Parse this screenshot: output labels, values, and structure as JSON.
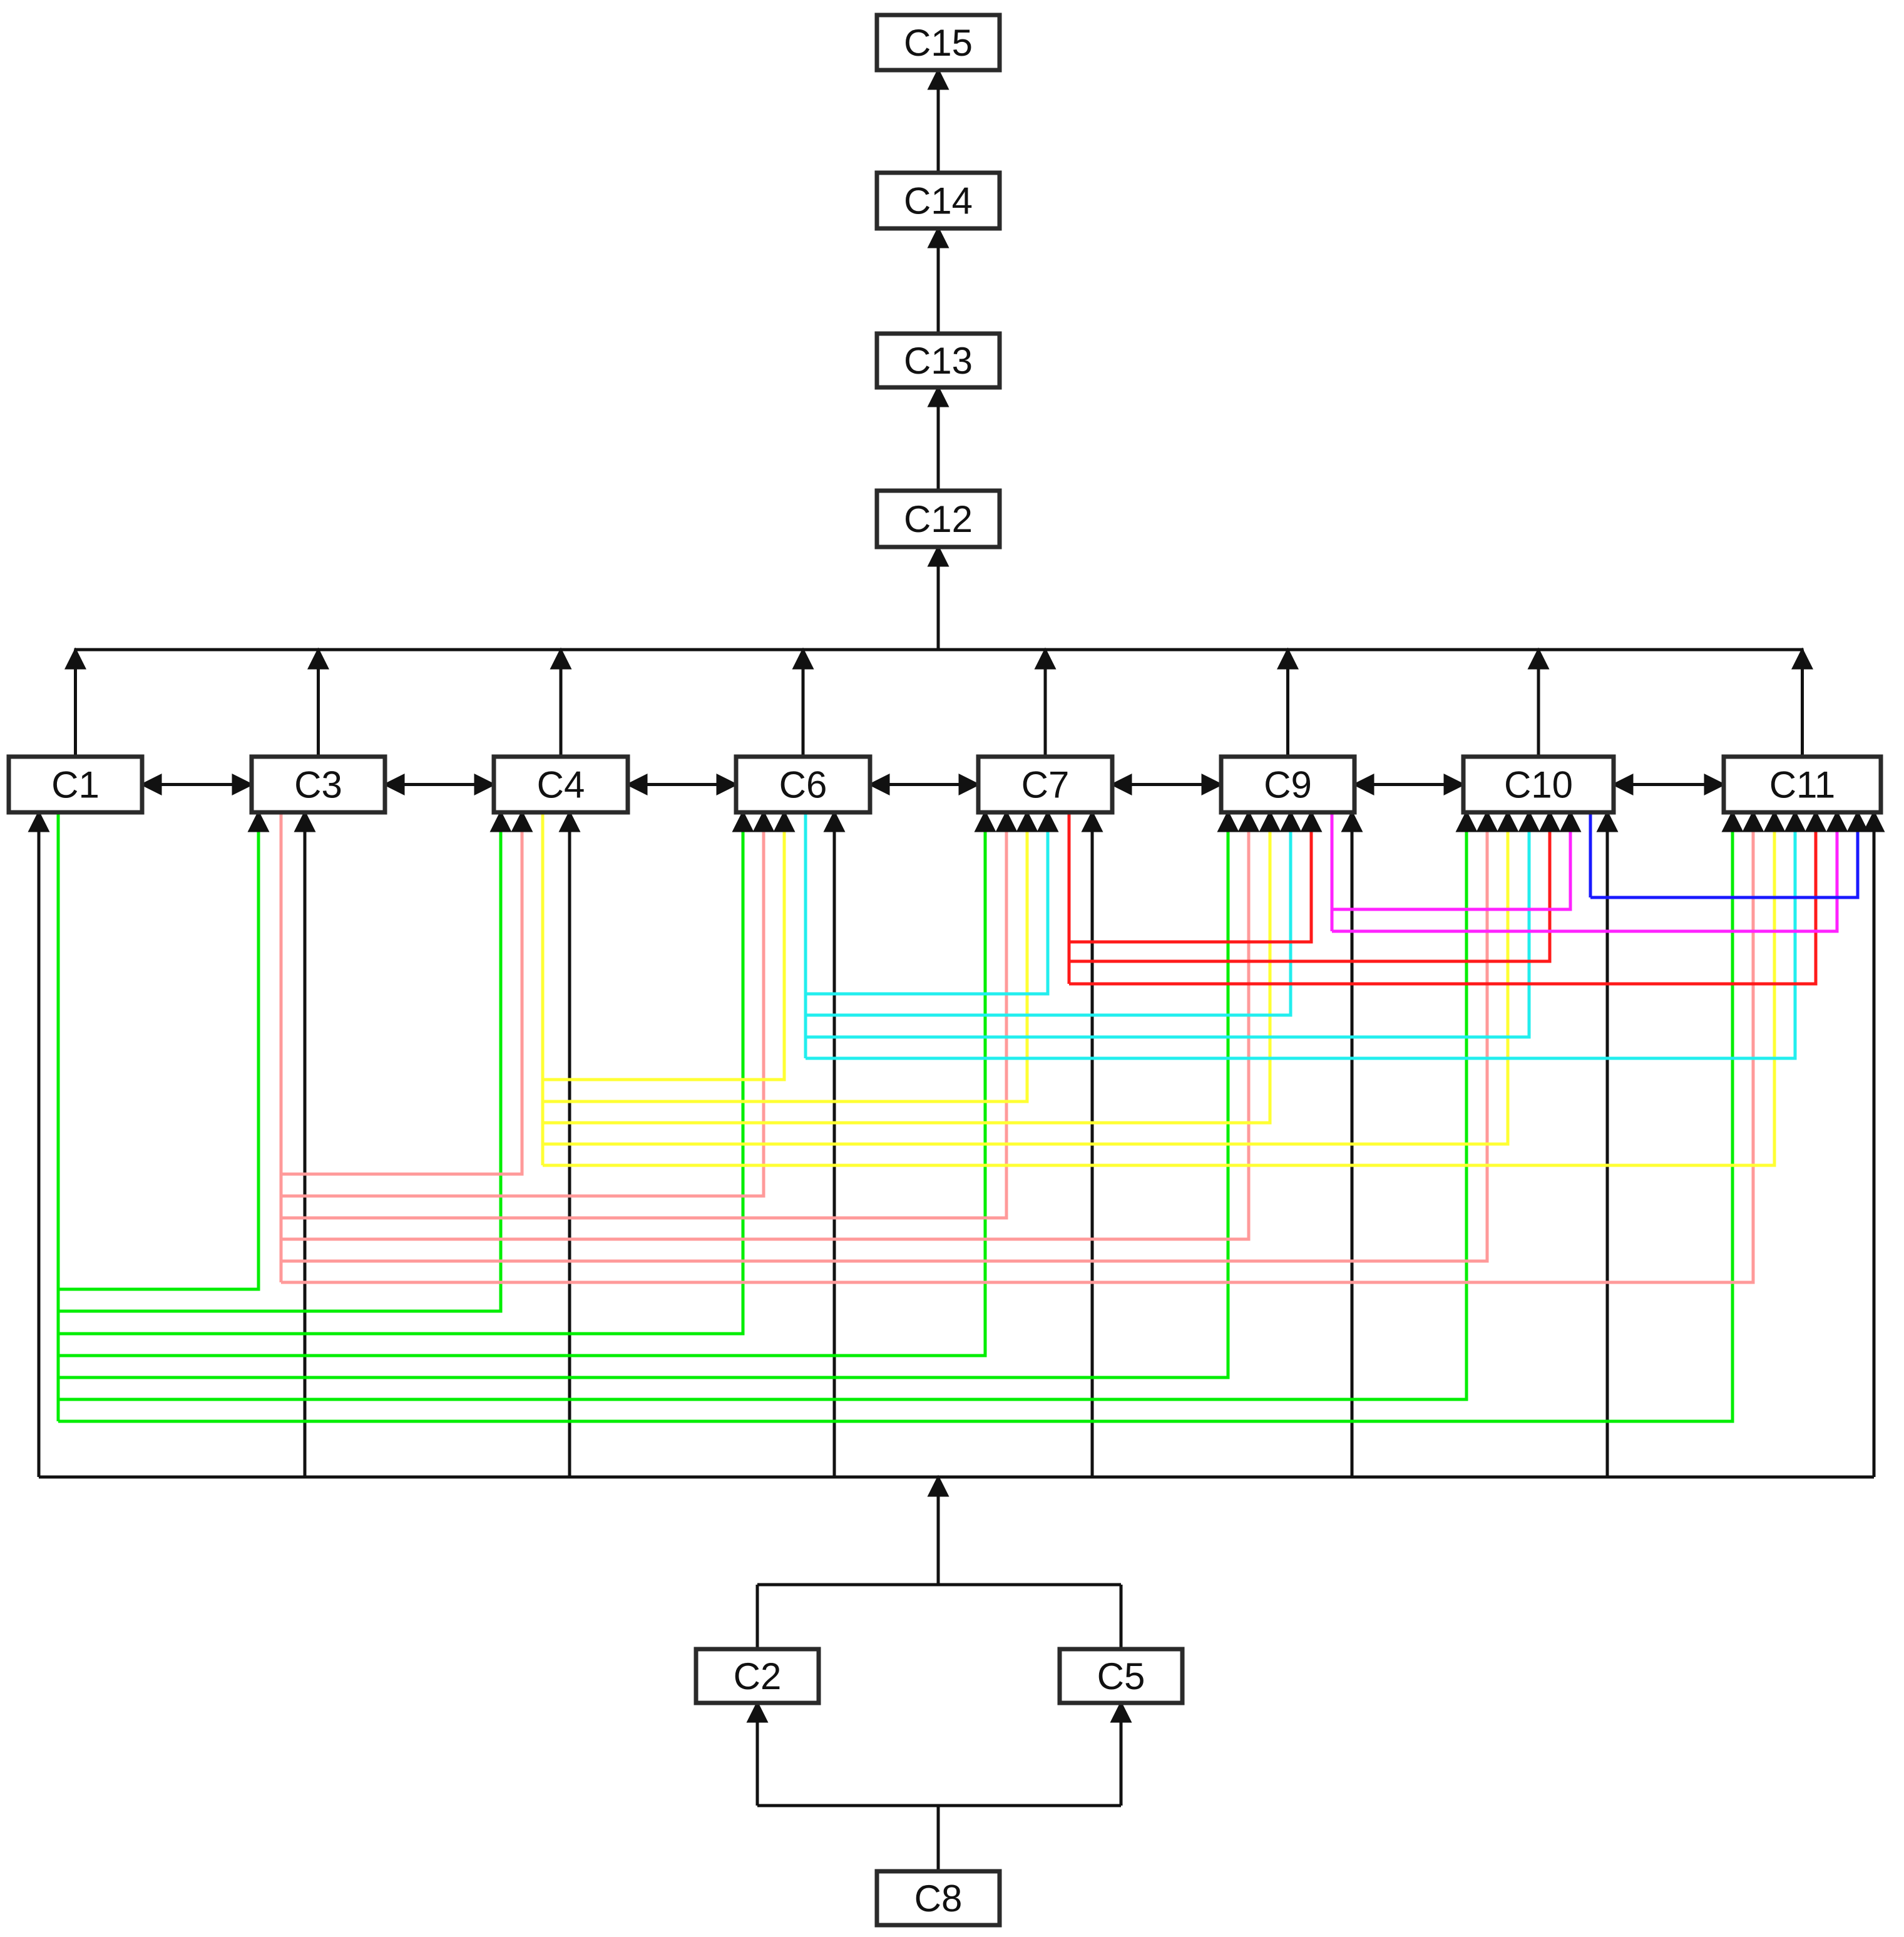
{
  "diagram": {
    "nodes": [
      {
        "id": "C1",
        "label": "C1"
      },
      {
        "id": "C3",
        "label": "C3"
      },
      {
        "id": "C4",
        "label": "C4"
      },
      {
        "id": "C6",
        "label": "C6"
      },
      {
        "id": "C7",
        "label": "C7"
      },
      {
        "id": "C9",
        "label": "C9"
      },
      {
        "id": "C10",
        "label": "C10"
      },
      {
        "id": "C11",
        "label": "C11"
      },
      {
        "id": "C12",
        "label": "C12"
      },
      {
        "id": "C13",
        "label": "C13"
      },
      {
        "id": "C14",
        "label": "C14"
      },
      {
        "id": "C15",
        "label": "C15"
      },
      {
        "id": "C2",
        "label": "C2"
      },
      {
        "id": "C5",
        "label": "C5"
      },
      {
        "id": "C8",
        "label": "C8"
      }
    ],
    "chain_edges": [
      {
        "from": "C12",
        "to": "C13"
      },
      {
        "from": "C13",
        "to": "C14"
      },
      {
        "from": "C14",
        "to": "C15"
      }
    ],
    "fan_in_to_C12": [
      "C1",
      "C3",
      "C4",
      "C6",
      "C7",
      "C9",
      "C10",
      "C11"
    ],
    "bidirectional_row": [
      [
        "C1",
        "C3"
      ],
      [
        "C3",
        "C4"
      ],
      [
        "C4",
        "C6"
      ],
      [
        "C6",
        "C7"
      ],
      [
        "C7",
        "C9"
      ],
      [
        "C9",
        "C10"
      ],
      [
        "C10",
        "C11"
      ]
    ],
    "C8_to": [
      "C2",
      "C5"
    ],
    "merge_C2_C5_to": [
      "C1",
      "C3",
      "C4",
      "C6",
      "C7",
      "C9",
      "C10",
      "C11"
    ],
    "colored_links": [
      {
        "color": "#00ee00",
        "source": "C1",
        "targets": [
          "C3",
          "C4",
          "C6",
          "C7",
          "C9",
          "C10",
          "C11"
        ]
      },
      {
        "color": "#ff9a9a",
        "source": "C3",
        "targets": [
          "C4",
          "C6",
          "C7",
          "C9",
          "C10",
          "C11"
        ]
      },
      {
        "color": "#ffff33",
        "source": "C4",
        "targets": [
          "C6",
          "C7",
          "C9",
          "C10",
          "C11"
        ]
      },
      {
        "color": "#22eeee",
        "source": "C6",
        "targets": [
          "C7",
          "C9",
          "C10",
          "C11"
        ]
      },
      {
        "color": "#ff1a1a",
        "source": "C7",
        "targets": [
          "C9",
          "C10",
          "C11"
        ]
      },
      {
        "color": "#ff22ff",
        "source": "C9",
        "targets": [
          "C10",
          "C11"
        ]
      },
      {
        "color": "#1a1aff",
        "source": "C10",
        "targets": [
          "C11"
        ]
      }
    ]
  }
}
